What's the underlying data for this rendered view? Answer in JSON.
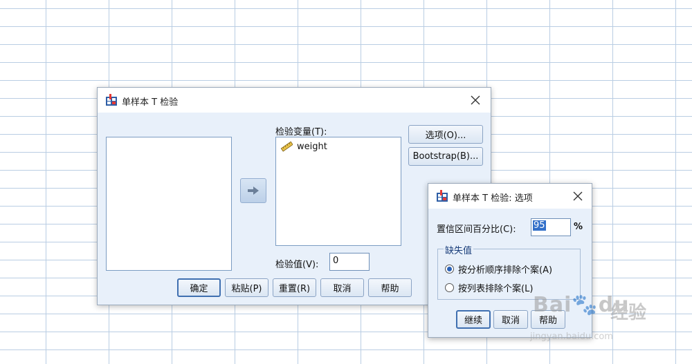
{
  "main_dialog": {
    "title": "单样本 T 检验",
    "test_variables_label": "检验变量(T):",
    "test_variables": [
      {
        "name": "weight",
        "icon": "ruler-scale-icon"
      }
    ],
    "test_value_label": "检验值(V):",
    "test_value": "0",
    "options_button": "选项(O)...",
    "bootstrap_button": "Bootstrap(B)...",
    "ok_button": "确定",
    "paste_button": "粘贴(P)",
    "reset_button": "重置(R)",
    "cancel_button": "取消",
    "help_button": "帮助"
  },
  "options_dialog": {
    "title": "单样本 T 检验: 选项",
    "confidence_label": "置信区间百分比(C):",
    "confidence_value": "95",
    "percent_sign": "%",
    "missing_values_legend": "缺失值",
    "radio_analysis": "按分析顺序排除个案(A)",
    "radio_listwise": "按列表排除个案(L)",
    "selected_option": "analysis",
    "continue_button": "继续",
    "cancel_button": "取消",
    "help_button": "帮助"
  },
  "watermark": {
    "logo": "Bai🐾du",
    "text": "经验",
    "url": "jingyan.baidu.com"
  },
  "colors": {
    "dialog_bg": "#e8f0fa",
    "accent": "#3370c9",
    "grid": "#b9cde3"
  }
}
